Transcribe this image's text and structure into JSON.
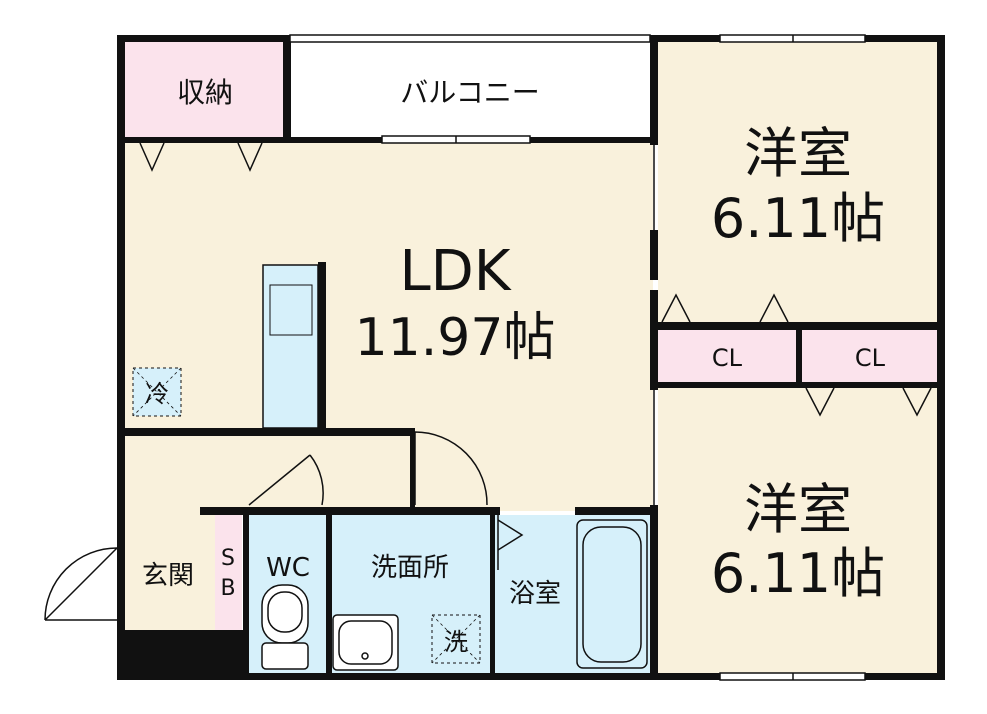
{
  "colors": {
    "wall": "#111111",
    "living": "#f9f1dc",
    "wet": "#d6f0fa",
    "storage": "#fbe3ec",
    "white": "#ffffff"
  },
  "rooms": {
    "storage_top": "収納",
    "balcony": "バルコニー",
    "ldk_name": "LDK",
    "ldk_size": "11.97帖",
    "bedroom1_name": "洋室",
    "bedroom1_size": "6.11帖",
    "closet1": "CL",
    "closet2": "CL",
    "bedroom2_name": "洋室",
    "bedroom2_size": "6.11帖",
    "fridge": "冷",
    "entrance": "玄関",
    "shoebox_s": "S",
    "shoebox_b": "B",
    "toilet": "WC",
    "washroom": "洗面所",
    "washer": "洗",
    "bath": "浴室"
  },
  "icons": [
    "toilet-icon",
    "sink-icon",
    "bathtub-icon",
    "kitchen-counter-icon",
    "door-swing-icon",
    "window-icon"
  ]
}
